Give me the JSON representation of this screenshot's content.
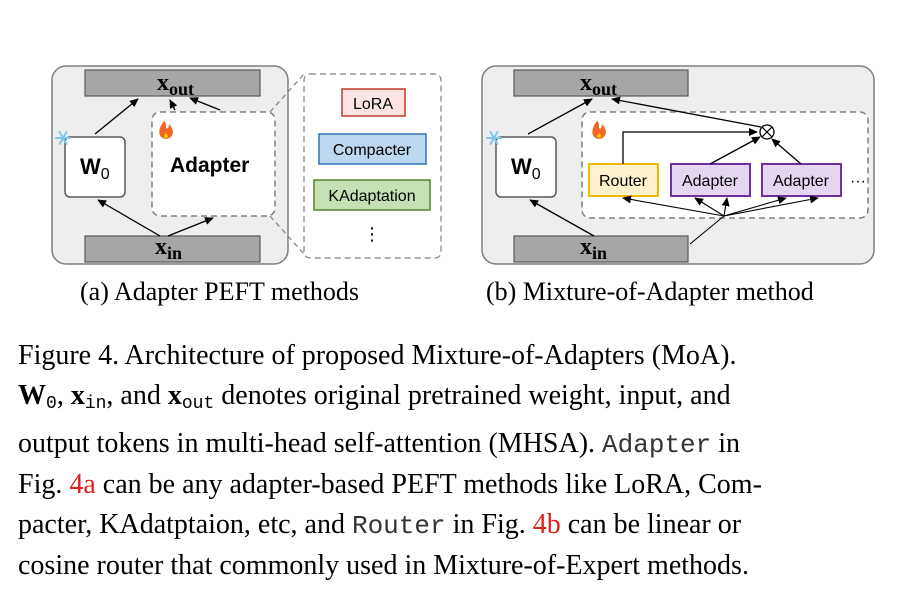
{
  "panel_a": {
    "x_out": "x",
    "x_out_sub": "out",
    "x_in": "x",
    "x_in_sub": "in",
    "w0": "W",
    "w0_sub": "0",
    "adapter": "Adapter",
    "methods": [
      "LoRA",
      "Compacter",
      "KAdaptation",
      "⋮"
    ],
    "caption": "(a) Adapter PEFT methods"
  },
  "panel_b": {
    "x_out": "x",
    "x_out_sub": "out",
    "x_in": "x",
    "x_in_sub": "in",
    "w0": "W",
    "w0_sub": "0",
    "router": "Router",
    "adapter_1": "Adapter",
    "adapter_2": "Adapter",
    "ellipsis": "···",
    "caption": "(b) Mixture-of-Adapter method"
  },
  "colors": {
    "panel_bg": "#eeeeee",
    "bar_gray": "#a6a6a6",
    "lora_fill": "#fce4e4",
    "lora_border": "#c0392b",
    "compacter_fill": "#bdd7ee",
    "compacter_border": "#2e75b6",
    "kadapt_fill": "#c5e0b4",
    "kadapt_border": "#538135",
    "router_fill": "#fff2cc",
    "router_border": "#f2b800",
    "adapter_fill": "#e4d6f0",
    "adapter_border": "#7030a0",
    "ref_red": "#e0201b"
  },
  "icons": [
    "snowflake-icon",
    "fire-icon",
    "circled-times-icon"
  ],
  "caption": {
    "l1": "Figure 4.  Architecture of proposed Mixture-of-Adapters (MoA).",
    "l2_w": "W",
    "l2_w_sub": "0",
    "l2_sep1": ", ",
    "l2_x": "x",
    "l2_x_sub1": "in",
    "l2_mid": ", and ",
    "l2_x_sub2": "out",
    "l2_rest": " denotes original pretrained weight, input, and",
    "l3a": "output tokens in multi-head self-attention (MHSA). ",
    "l3_code": "Adapter",
    "l3b": " in",
    "l4a": "Fig. ",
    "l4_ref": "4a",
    "l4b": " can be any adapter-based PEFT methods like LoRA, Com-",
    "l5a": "pacter, KAdatptaion, etc, and ",
    "l5_code": "Router",
    "l5b": " in Fig. ",
    "l5_ref": "4b",
    "l5c": " can be linear or",
    "l6": "cosine router that commonly used in Mixture-of-Expert methods."
  }
}
